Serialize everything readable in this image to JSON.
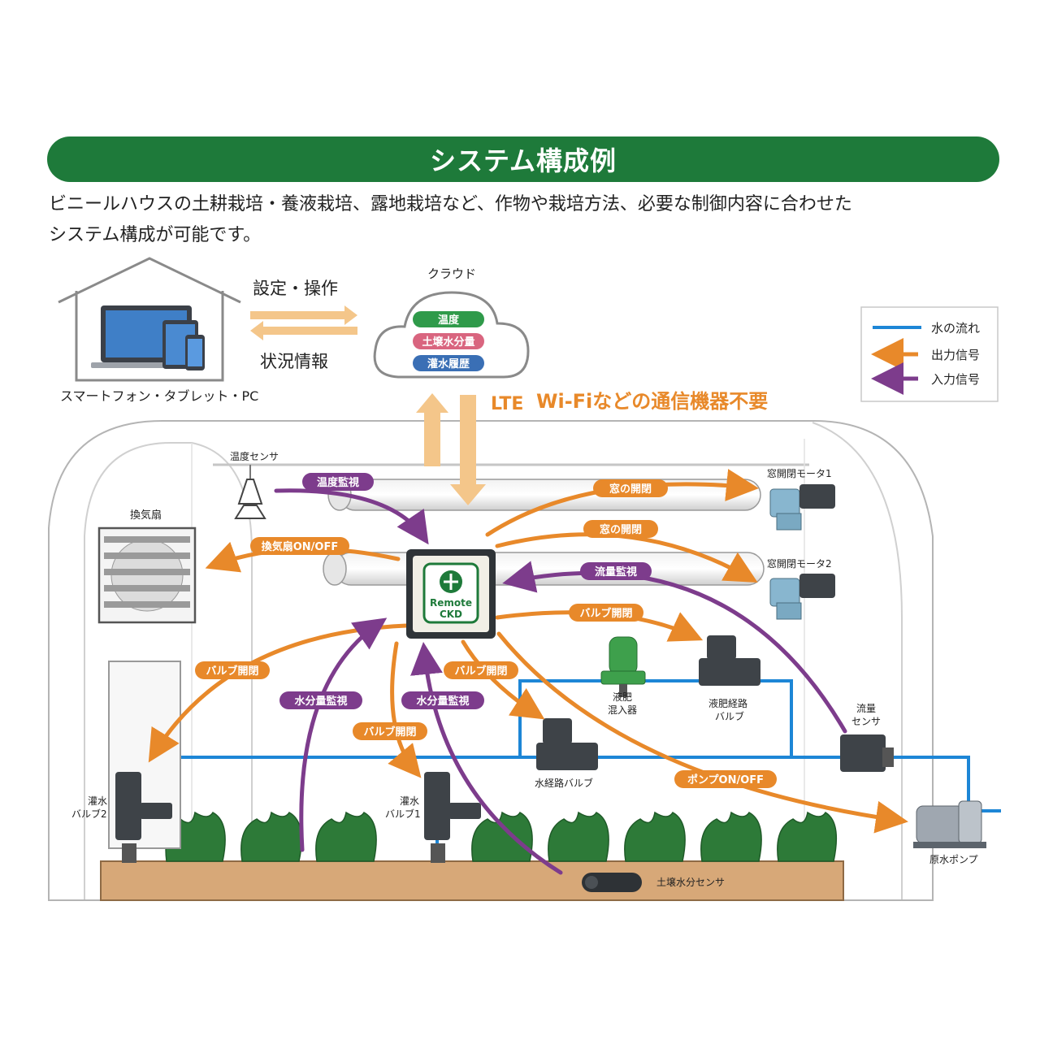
{
  "header": {
    "title": "システム構成例"
  },
  "intro": {
    "line1": "ビニールハウスの土耕栽培・養液栽培、露地栽培など、作物や栽培方法、必要な制御内容に合わせた",
    "line2": "システム構成が可能です。"
  },
  "home": {
    "label": "スマートフォン・タブレット・PC",
    "arrow_top_label": "設定・操作",
    "arrow_bottom_label": "状況情報"
  },
  "cloud": {
    "title": "クラウド",
    "pills": [
      {
        "label": "温度",
        "color": "#2f9a4a"
      },
      {
        "label": "土壌水分量",
        "color": "#d9657f"
      },
      {
        "label": "灌水履歴",
        "color": "#3a6fb5"
      }
    ]
  },
  "lte": {
    "label": "LTE",
    "tagline": "Wi-Fiなどの通信機器不要"
  },
  "legend": {
    "water": "水の流れ",
    "output": "出力信号",
    "input": "入力信号"
  },
  "colors": {
    "banner": "#1e7a3a",
    "water": "#1d86d6",
    "output": "#e8892a",
    "input": "#7d3c8c",
    "soil": "#d7a878"
  },
  "controller": {
    "brand_line1": "Remote",
    "brand_line2": "CKD"
  },
  "devices": {
    "temp_sensor": "温度センサ",
    "fan": "換気扇",
    "window_motor1": "窓開閉モータ1",
    "window_motor2": "窓開閉モータ2",
    "valve2_a": "灌水",
    "valve2_b": "バルブ2",
    "valve1_a": "灌水",
    "valve1_b": "バルブ1",
    "injector_a": "液肥",
    "injector_b": "混入器",
    "fert_valve_a": "液肥経路",
    "fert_valve_b": "バルブ",
    "water_valve": "水経路バルブ",
    "flow_sensor_a": "流量",
    "flow_sensor_b": "センサ",
    "pump": "原水ポンプ",
    "soil_sensor": "土壌水分センサ"
  },
  "signals": {
    "temp_monitor": "温度監視",
    "fan_onoff": "換気扇ON/OFF",
    "window1": "窓の開閉",
    "window2": "窓の開閉",
    "flow_monitor": "流量監視",
    "valve_open_fert": "バルブ開閉",
    "valve_open_left": "バルブ開閉",
    "valve_open_water": "バルブ開閉",
    "valve_open_mid": "バルブ開閉",
    "moisture1": "水分量監視",
    "moisture2": "水分量監視",
    "pump_onoff": "ポンプON/OFF"
  }
}
